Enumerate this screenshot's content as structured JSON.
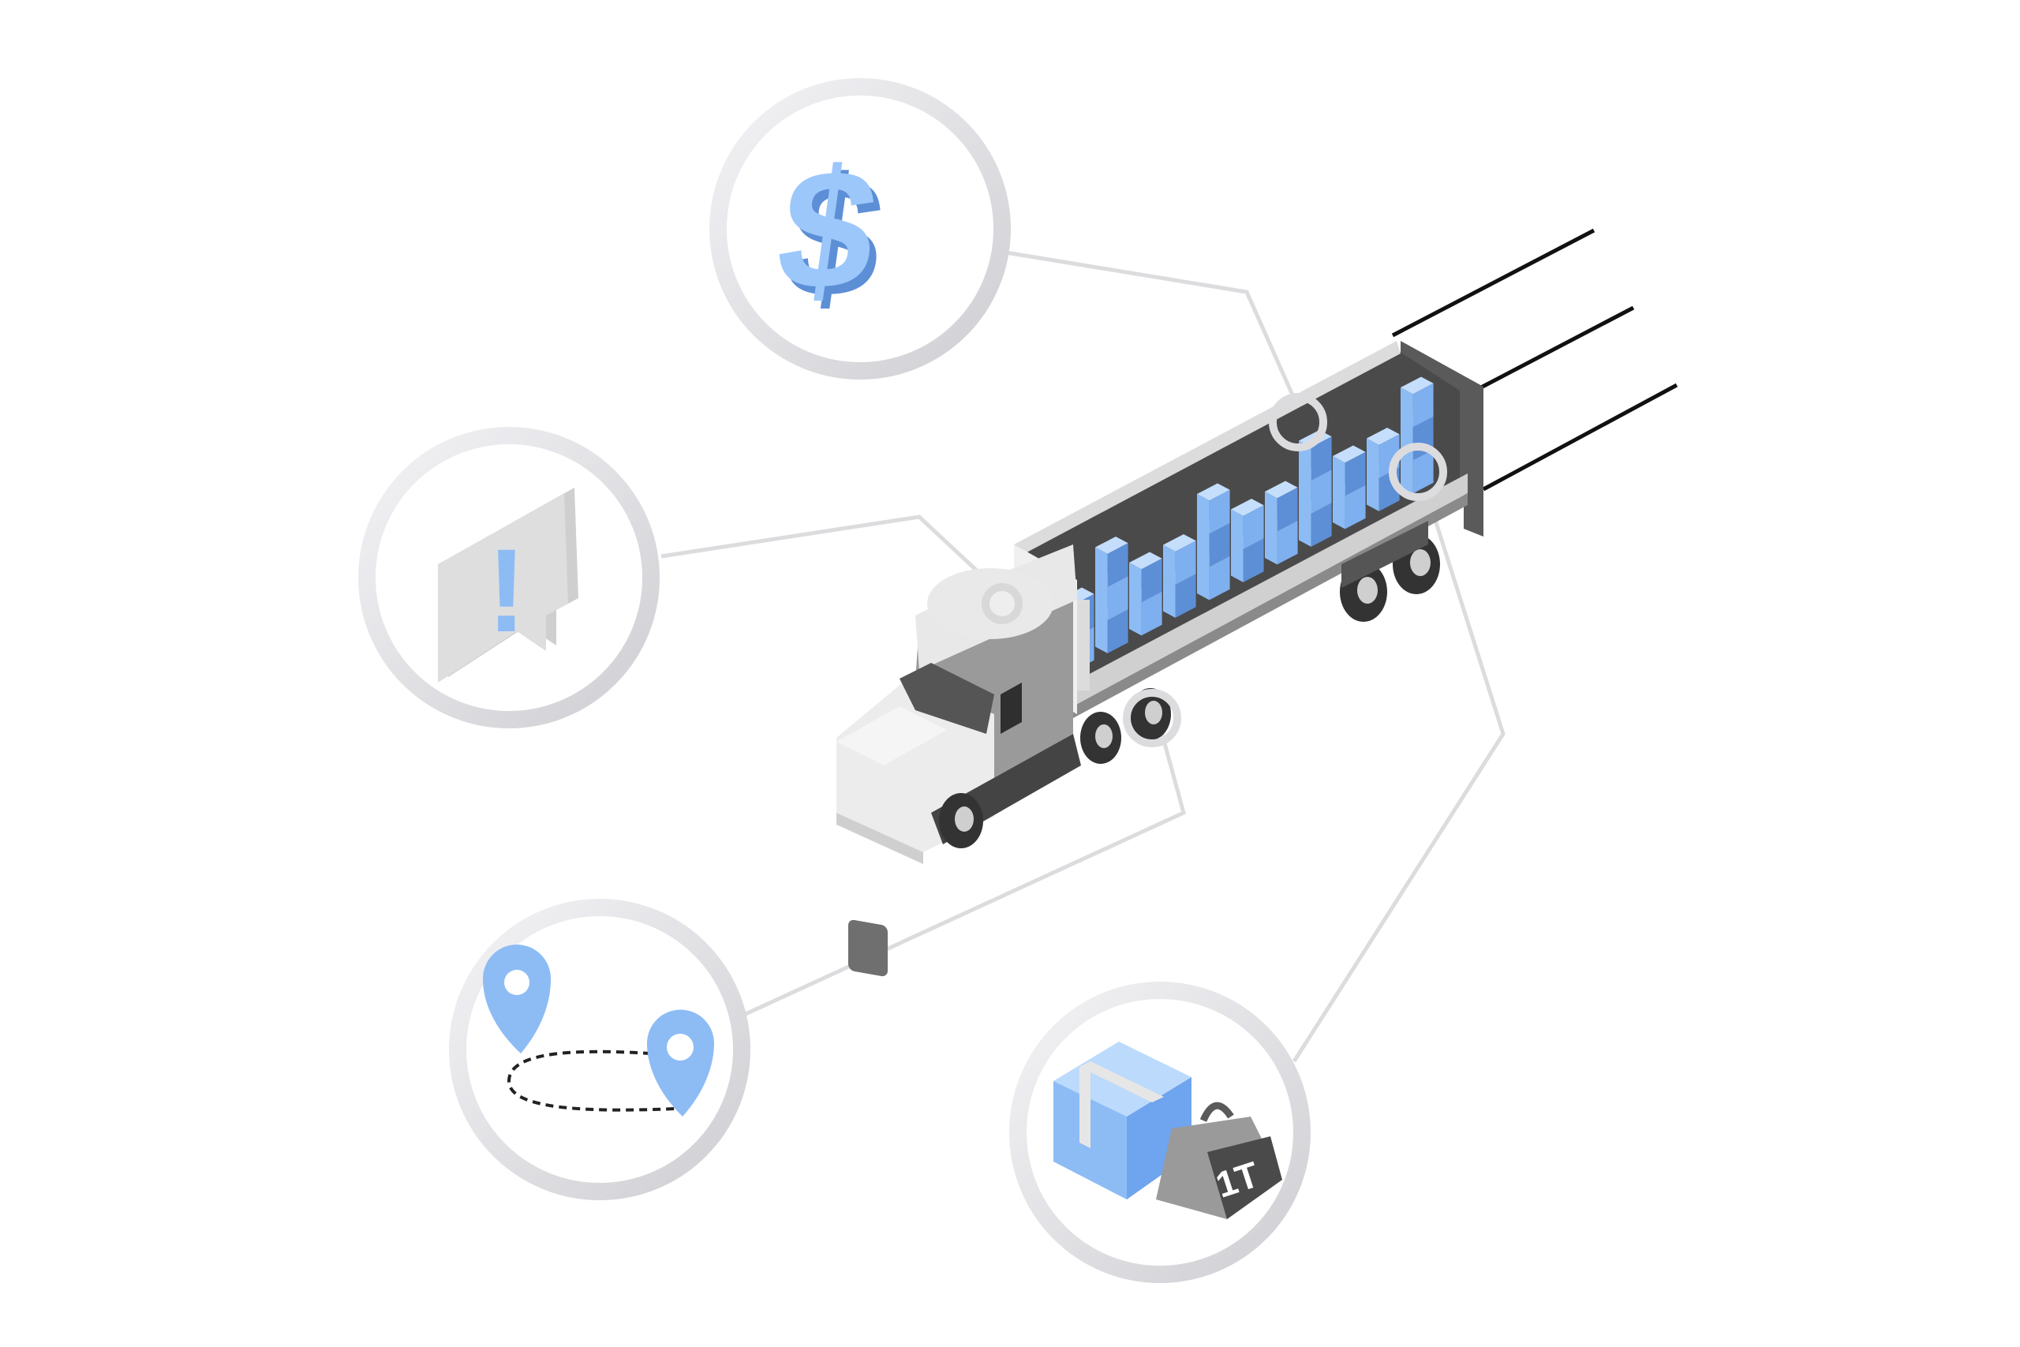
{
  "diagram": {
    "subject": "truck-freight-factors",
    "nodes": [
      {
        "id": "cost",
        "icon": "dollar-sign-icon",
        "glyph": "$"
      },
      {
        "id": "alert",
        "icon": "exclamation-speech-bubble-icon",
        "glyph": "!"
      },
      {
        "id": "route",
        "icon": "route-map-pins-icon"
      },
      {
        "id": "weight",
        "icon": "box-and-weight-icon",
        "glyph": "1T"
      }
    ]
  },
  "colors": {
    "accent_blue": "#8dbcf5",
    "accent_blue_dark": "#5d8fd6",
    "accent_blue_light": "#c4defc",
    "ring_gray": "#e1e1e4",
    "truck_white": "#eeeeee",
    "truck_gray": "#9a9a9a",
    "truck_dark": "#3e3e3e",
    "connector_gray": "#dcdcdf"
  }
}
